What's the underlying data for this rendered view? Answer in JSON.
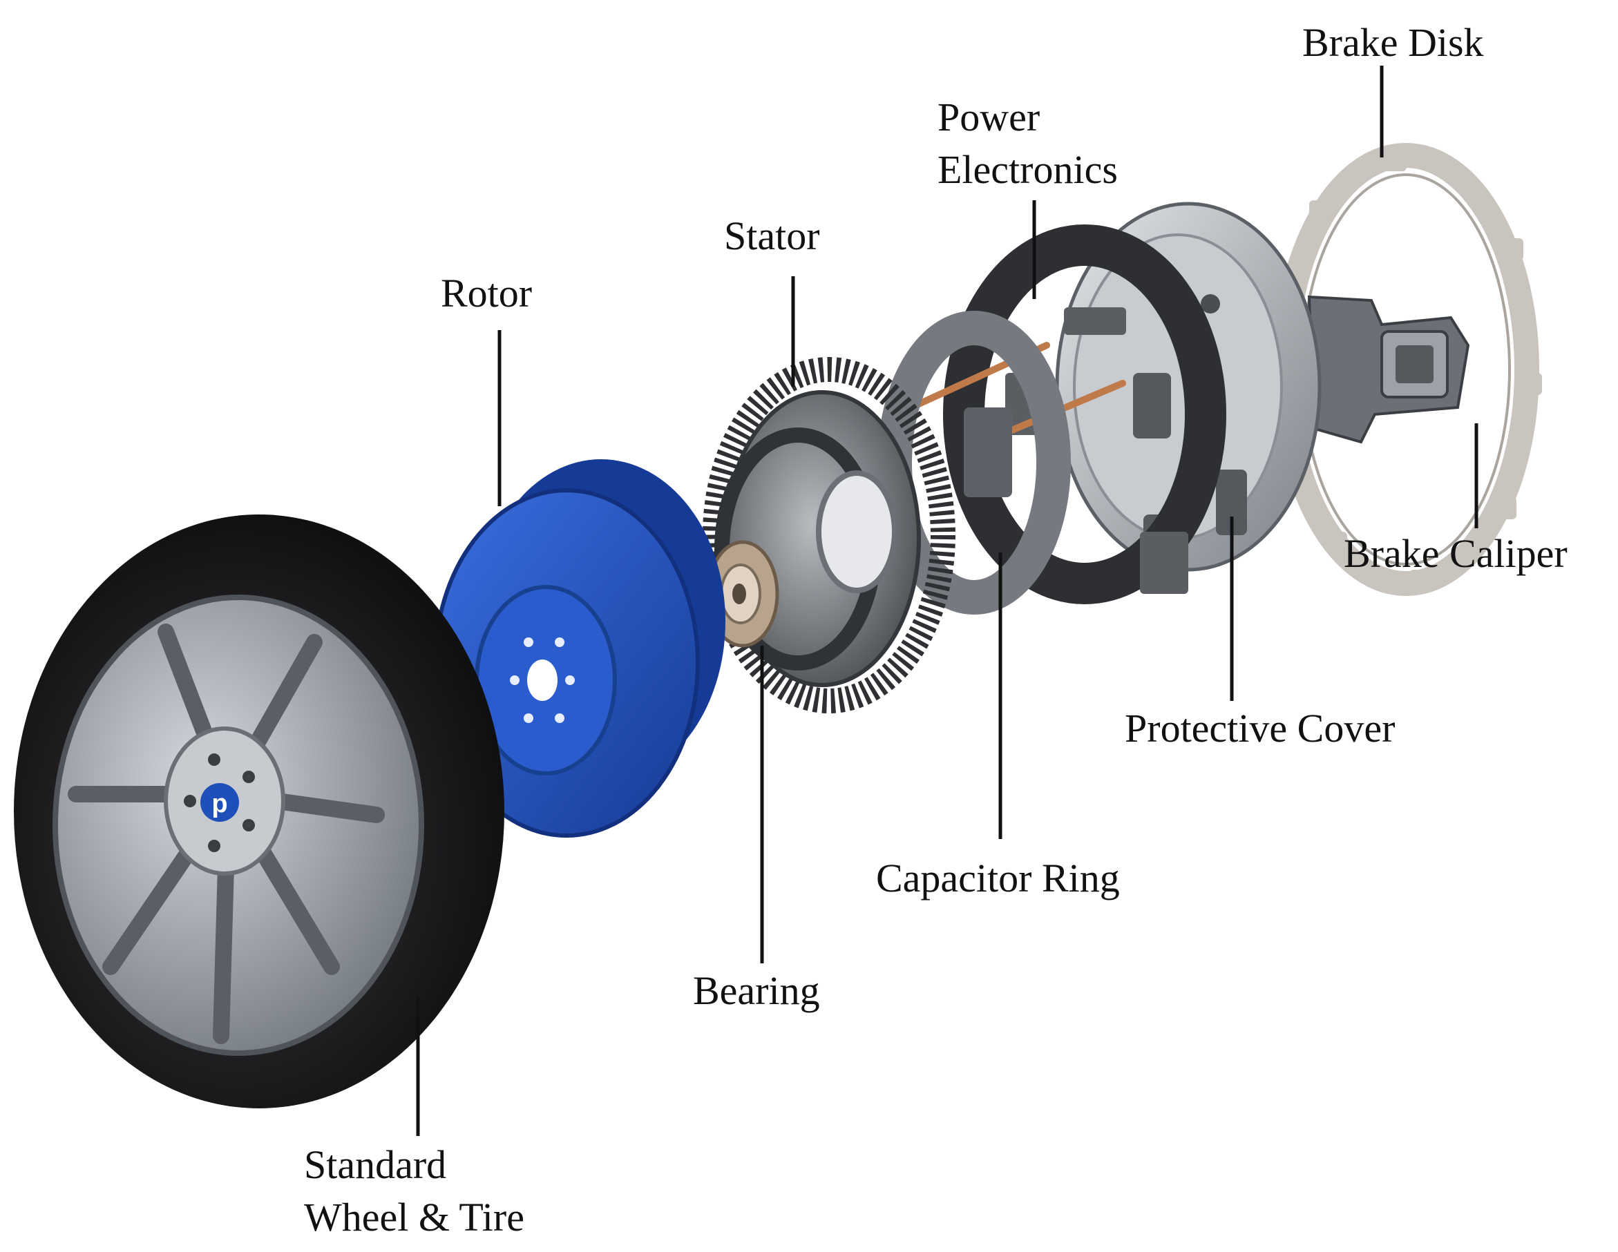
{
  "labels": {
    "brake_disk": "Brake Disk",
    "power_electronics_line1": "Power",
    "power_electronics_line2": "Electronics",
    "stator": "Stator",
    "rotor": "Rotor",
    "brake_caliper": "Brake Caliper",
    "protective_cover": "Protective Cover",
    "capacitor_ring": "Capacitor Ring",
    "bearing": "Bearing",
    "wheel_line1": "Standard",
    "wheel_line2": "Wheel & Tire"
  },
  "colors": {
    "background": "#ffffff",
    "text": "#111111",
    "leader": "#111111",
    "tire": "#1b1b1d",
    "rim": "#8f959c",
    "rotor": "#1f4fb8",
    "stator": "#3a3c40",
    "metal": "#a7abb0",
    "copper": "#c07a4a",
    "brake_disk": "#c9c4bd"
  },
  "icons": {
    "hub_badge": "p-logo-icon"
  }
}
